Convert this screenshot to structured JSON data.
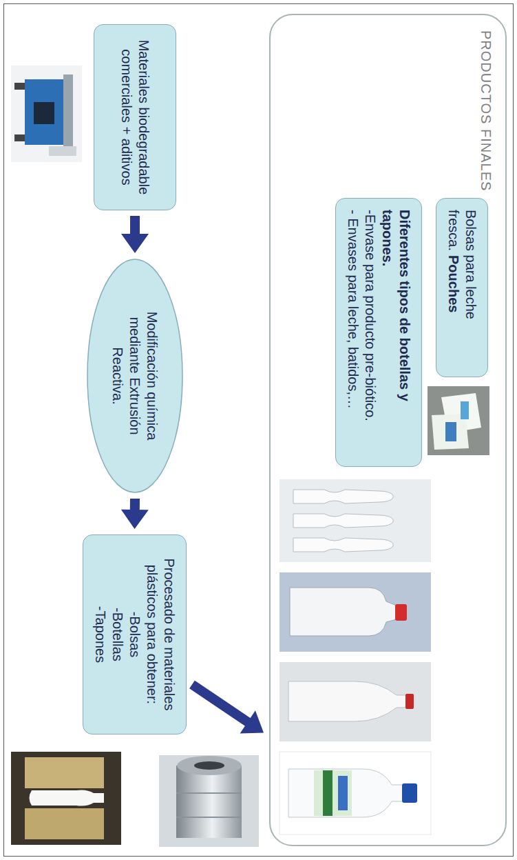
{
  "diagram": {
    "nodes": [
      {
        "text": [
          "Materiales biodegradable comerciales + aditivos"
        ]
      },
      {
        "text": [
          "Modificación química mediante Extrusión Reactiva."
        ]
      },
      {
        "text": [
          "Procesado de materiales plásticos para obtener:",
          "-Bolsas",
          "-Botellas",
          "-Tapones"
        ]
      },
      {
        "text": [
          "PRODUCTOS FINALES"
        ]
      },
      {
        "text": [
          "Bolsas para leche fresca.",
          "Pouches"
        ],
        "in": 3
      },
      {
        "text": [
          "Diferentes tipos de botellas y tapones.",
          "-Envase para producto pre-biótico.",
          "- Envases para leche, batidos,…"
        ],
        "in": 3
      }
    ],
    "edges": [
      {
        "from": 0,
        "to": 1,
        "arrow": "to"
      },
      {
        "from": 1,
        "to": 2,
        "arrow": "to"
      },
      {
        "from": 2,
        "to": 3,
        "arrow": "to"
      }
    ]
  }
}
